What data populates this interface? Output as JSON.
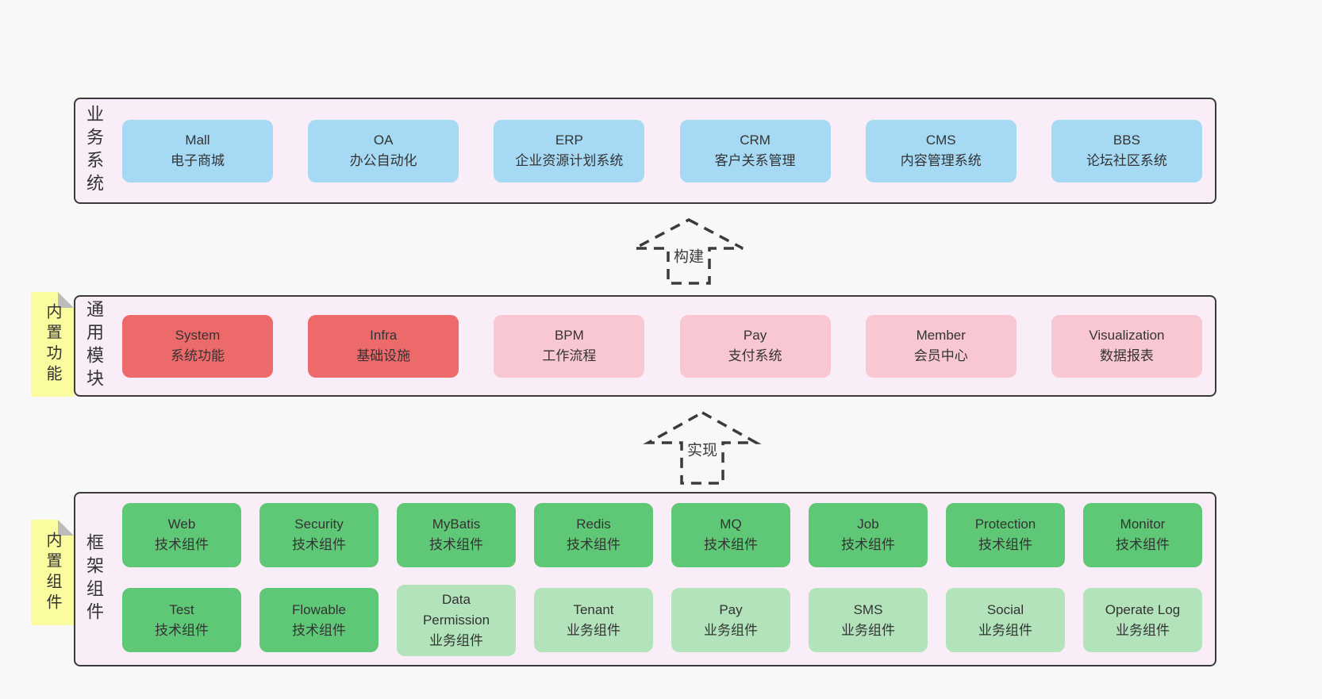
{
  "diagram": {
    "bands": {
      "business": {
        "label": "业务系统",
        "items": [
          {
            "en": "Mall",
            "zh": "电子商城"
          },
          {
            "en": "OA",
            "zh": "办公自动化"
          },
          {
            "en": "ERP",
            "zh": "企业资源计划系统"
          },
          {
            "en": "CRM",
            "zh": "客户关系管理"
          },
          {
            "en": "CMS",
            "zh": "内容管理系统"
          },
          {
            "en": "BBS",
            "zh": "论坛社区系统"
          }
        ]
      },
      "modules": {
        "label": "通用模块",
        "note": "内置功能",
        "items": [
          {
            "en": "System",
            "zh": "系统功能"
          },
          {
            "en": "Infra",
            "zh": "基础设施"
          },
          {
            "en": "BPM",
            "zh": "工作流程"
          },
          {
            "en": "Pay",
            "zh": "支付系统"
          },
          {
            "en": "Member",
            "zh": "会员中心"
          },
          {
            "en": "Visualization",
            "zh": "数据报表"
          }
        ]
      },
      "framework": {
        "label": "框架组件",
        "note": "内置组件",
        "row1": [
          {
            "en": "Web",
            "zh": "技术组件"
          },
          {
            "en": "Security",
            "zh": "技术组件"
          },
          {
            "en": "MyBatis",
            "zh": "技术组件"
          },
          {
            "en": "Redis",
            "zh": "技术组件"
          },
          {
            "en": "MQ",
            "zh": "技术组件"
          },
          {
            "en": "Job",
            "zh": "技术组件"
          },
          {
            "en": "Protection",
            "zh": "技术组件"
          },
          {
            "en": "Monitor",
            "zh": "技术组件"
          }
        ],
        "row2": [
          {
            "en": "Test",
            "zh": "技术组件"
          },
          {
            "en": "Flowable",
            "zh": "技术组件"
          },
          {
            "en": "Data Permission",
            "zh": "业务组件"
          },
          {
            "en": "Tenant",
            "zh": "业务组件"
          },
          {
            "en": "Pay",
            "zh": "业务组件"
          },
          {
            "en": "SMS",
            "zh": "业务组件"
          },
          {
            "en": "Social",
            "zh": "业务组件"
          },
          {
            "en": "Operate Log",
            "zh": "业务组件"
          }
        ]
      }
    },
    "arrows": {
      "build": {
        "label": "构建"
      },
      "implement": {
        "label": "实现"
      }
    },
    "colors": {
      "business_box": "#a6daf4",
      "module_core_box": "#ed6a6b",
      "module_box": "#f9c7d1",
      "tech_component_box": "#5fc877",
      "biz_component_box": "#b2e3ba",
      "band_background": "#f9eef8",
      "note_background": "#fbfb9f",
      "border": "#3b3b3b"
    }
  }
}
